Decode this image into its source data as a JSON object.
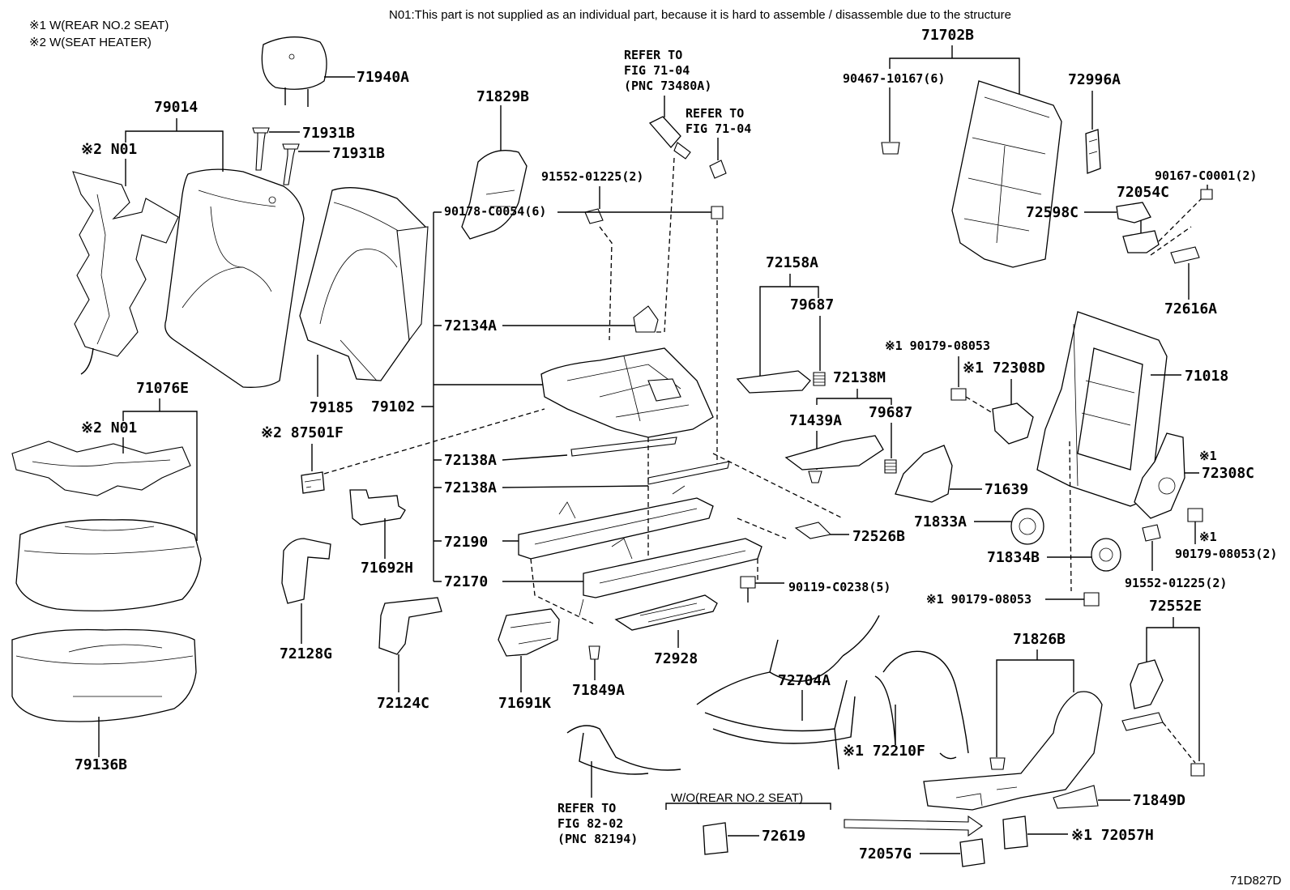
{
  "notes": {
    "legend_1": "※1 W(REAR NO.2 SEAT)",
    "legend_2": "※2 W(SEAT HEATER)",
    "n01_note": "N01:This part is not supplied as an individual part, because it is hard to assemble / disassemble due to the structure",
    "figure_id": "71D827D"
  },
  "parts": {
    "p71940A": "71940A",
    "p71931B_1": "71931B",
    "p71931B_2": "71931B",
    "p79014": "79014",
    "n01_a": "※2 N01",
    "p79185": "79185",
    "p79102": "79102",
    "p71076E": "71076E",
    "n01_b": "※2 N01",
    "p87501F": "※2 87501F",
    "p79136B": "79136B",
    "p72128G": "72128G",
    "p71692H": "71692H",
    "p72124C": "72124C",
    "p71829B": "71829B",
    "ref1_l1": "REFER TO",
    "ref1_l2": "FIG 71-04",
    "ref1_l3": "(PNC 73480A)",
    "ref2_l1": "REFER TO",
    "ref2_l2": "FIG 71-04",
    "p91552_a": "91552-01225(2)",
    "p90178": "90178-C0054(6)",
    "p72134A": "72134A",
    "p72138A_1": "72138A",
    "p72138A_2": "72138A",
    "p72190": "72190",
    "p72170": "72170",
    "p71691K": "71691K",
    "p71849A": "71849A",
    "p72928": "72928",
    "p90119": "90119-C0238(5)",
    "p72158A": "72158A",
    "p79687_1": "79687",
    "p72138M": "72138M",
    "p71439A": "71439A",
    "p79687_2": "79687",
    "p72526B": "72526B",
    "p72704A": "72704A",
    "ref3_l1": "REFER TO",
    "ref3_l2": "FIG 82-02",
    "ref3_l3": "(PNC 82194)",
    "wo_label": "W/O(REAR NO.2 SEAT)",
    "p72619": "72619",
    "p72057G": "72057G",
    "p71702B": "71702B",
    "p90467": "90467-10167(6)",
    "p72996A": "72996A",
    "p90167": "90167-C0001(2)",
    "p72054C": "72054C",
    "p72598C": "72598C",
    "p72616A": "72616A",
    "p90179_a": "※1 90179-08053",
    "p72308D": "※1 72308D",
    "p71018": "71018",
    "p72308C_mark": "※1",
    "p72308C": "72308C",
    "p71639": "71639",
    "p71833A": "71833A",
    "p71834B": "71834B",
    "p90179_b_mark": "※1",
    "p90179_b": "90179-08053(2)",
    "p91552_b": "91552-01225(2)",
    "p90179_c": "※1 90179-08053",
    "p72552E": "72552E",
    "p71826B": "71826B",
    "p72210F": "※1 72210F",
    "p71849D": "71849D",
    "p72057H": "※1 72057H"
  }
}
